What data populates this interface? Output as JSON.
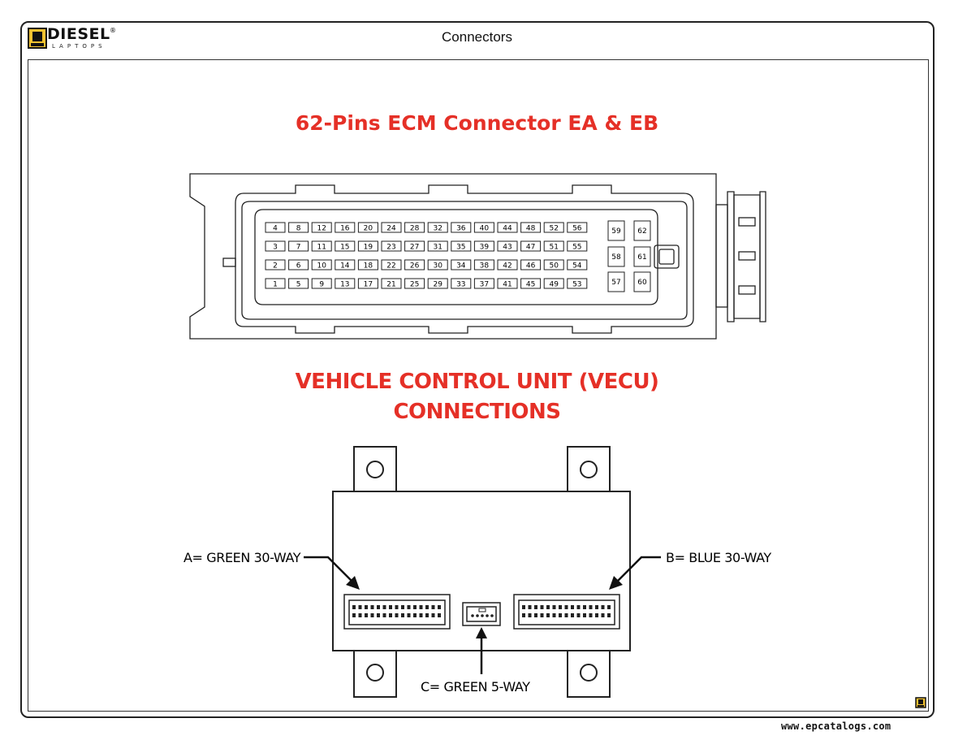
{
  "header": {
    "title": "Connectors"
  },
  "logo": {
    "word": "DIESEL",
    "subtitle": "LAPTOPS",
    "registered": "®"
  },
  "ecm": {
    "title": "62-Pins ECM Connector EA & EB",
    "pin_rows": [
      [
        "4",
        "8",
        "12",
        "16",
        "20",
        "24",
        "28",
        "32",
        "36",
        "40",
        "44",
        "48",
        "52",
        "56"
      ],
      [
        "3",
        "7",
        "11",
        "15",
        "19",
        "23",
        "27",
        "31",
        "35",
        "39",
        "43",
        "47",
        "51",
        "55"
      ],
      [
        "2",
        "6",
        "10",
        "14",
        "18",
        "22",
        "26",
        "30",
        "34",
        "38",
        "42",
        "46",
        "50",
        "54"
      ],
      [
        "1",
        "5",
        "9",
        "13",
        "17",
        "21",
        "25",
        "29",
        "33",
        "37",
        "41",
        "45",
        "49",
        "53"
      ]
    ],
    "side_pins": [
      [
        "59",
        "62"
      ],
      [
        "58",
        "61"
      ],
      [
        "57",
        "60"
      ]
    ]
  },
  "vecu": {
    "title_line1": "VEHICLE CONTROL UNIT (VECU)",
    "title_line2": "CONNECTIONS",
    "label_a": "A= GREEN 30-WAY",
    "label_b": "B= BLUE 30-WAY",
    "label_c": "C= GREEN 5-WAY"
  },
  "footer": {
    "url": "www.epcatalogs.com"
  },
  "colors": {
    "title_red": "#e53027",
    "line": "#222222",
    "logo_gold": "#f2c230"
  }
}
